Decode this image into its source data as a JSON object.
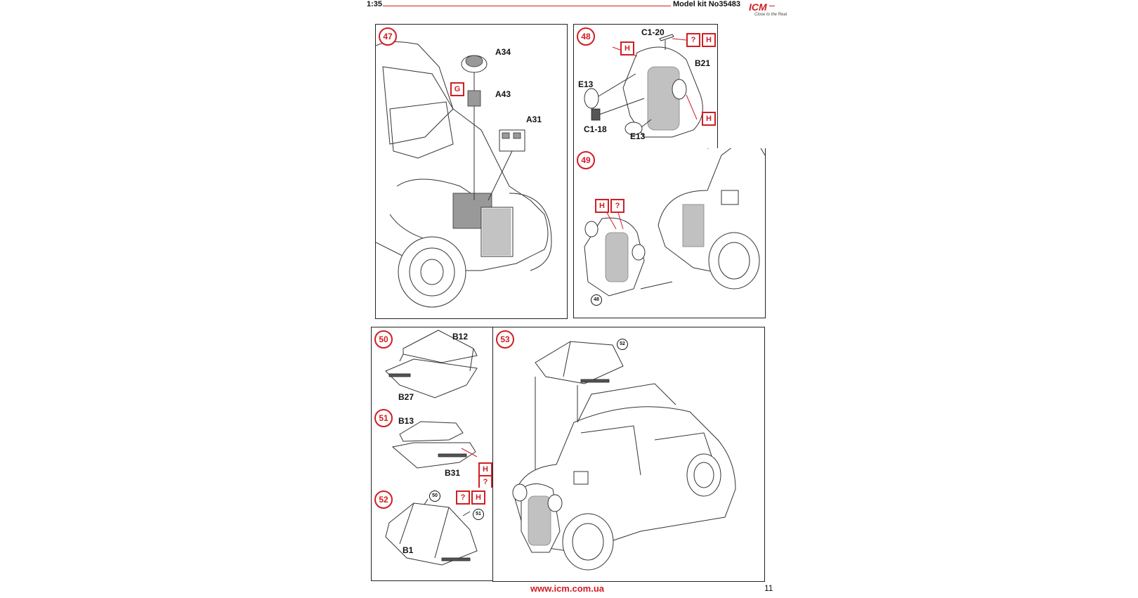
{
  "header": {
    "scale": "1:35",
    "kit": "Model kit No35483",
    "logo_main": "ICM",
    "logo_tagline": "Close to the Real"
  },
  "footer": {
    "url": "www.icm.com.ua",
    "page_number": "11"
  },
  "steps": {
    "s47": {
      "number": "47",
      "parts": [
        "A34",
        "A43",
        "A31"
      ],
      "paint": [
        "G"
      ]
    },
    "s48": {
      "number": "48",
      "parts": [
        "C1-20",
        "B21",
        "E13",
        "C1-18",
        "E13"
      ],
      "paint": [
        "?",
        "H",
        "H",
        "H"
      ]
    },
    "s49": {
      "number": "49",
      "paint": [
        "H",
        "?"
      ],
      "ref": "48"
    },
    "s50": {
      "number": "50",
      "parts": [
        "B12",
        "B27"
      ]
    },
    "s51": {
      "number": "51",
      "parts": [
        "B13",
        "B31"
      ],
      "paint": [
        "H",
        "?"
      ]
    },
    "s52": {
      "number": "52",
      "parts": [
        "B1"
      ],
      "paint": [
        "?",
        "H"
      ],
      "refs": [
        "50",
        "51"
      ]
    },
    "s53": {
      "number": "53",
      "ref": "52"
    }
  },
  "colors": {
    "accent": "#d01e24",
    "line": "#222222"
  }
}
